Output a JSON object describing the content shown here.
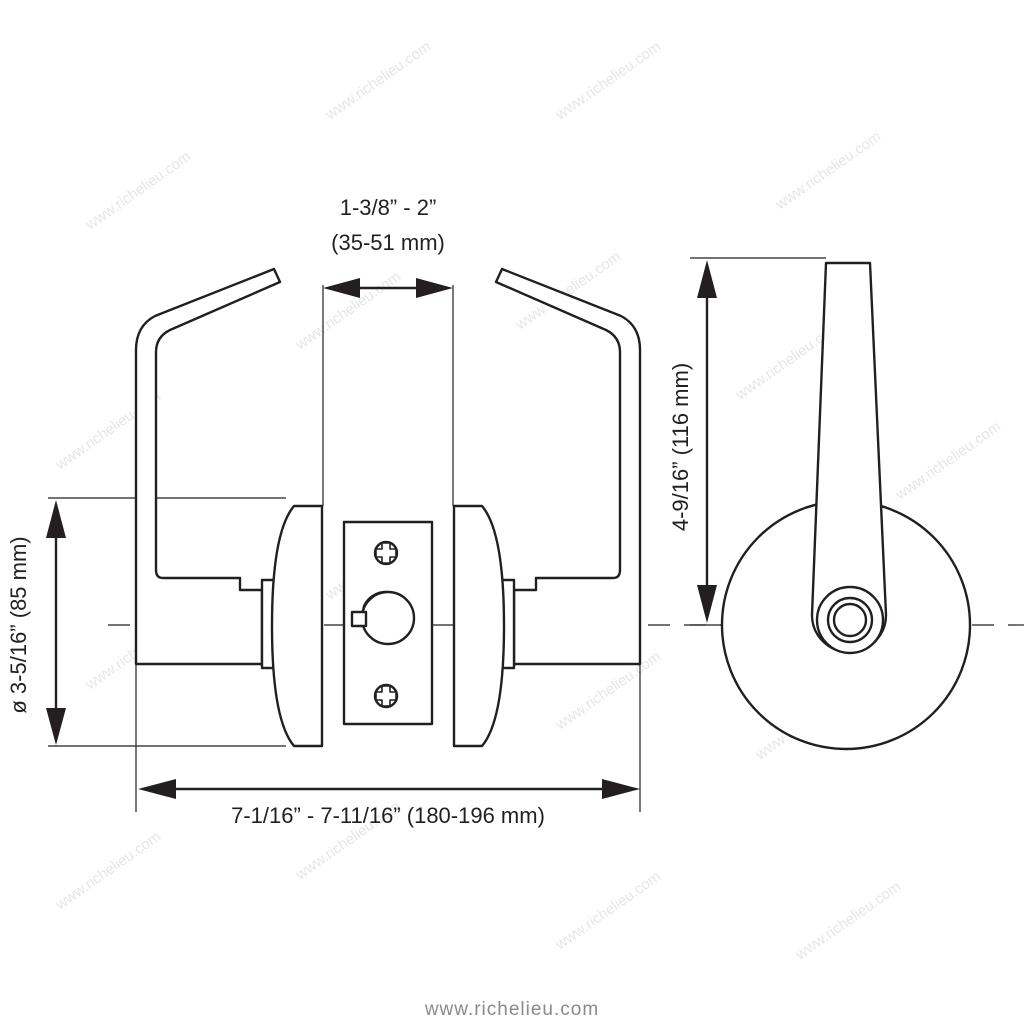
{
  "dimensions": {
    "backset_top": "1-3/8” - 2”",
    "backset_bottom": "(35-51 mm)",
    "rose_diameter": "ø 3-5/16” (85 mm)",
    "lever_height": "4-9/16” (116 mm)",
    "overall_width": "7-1/16” - 7-11/16” (180-196 mm)"
  },
  "watermark": "www.richelieu.com",
  "footer_url": "www.richelieu.com",
  "colors": {
    "line": "#231f20",
    "watermark": "#e6e6e6",
    "footer": "#8a8a8a"
  }
}
